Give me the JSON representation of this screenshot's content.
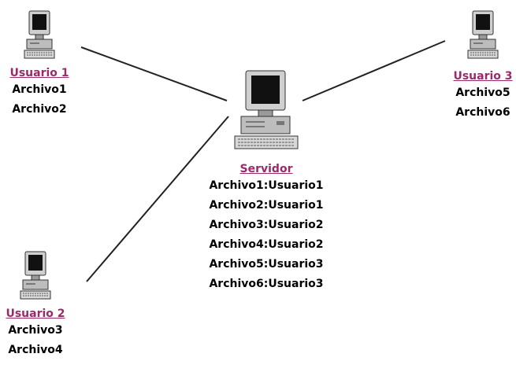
{
  "colors": {
    "title": "#9b2a68",
    "text": "#000000",
    "link": "#222222"
  },
  "icon": "desktop-computer-icon",
  "nodes": {
    "usuario1": {
      "title": "Usuario 1",
      "files": [
        "Archivo1",
        "Archivo2"
      ]
    },
    "usuario2": {
      "title": "Usuario 2",
      "files": [
        "Archivo3",
        "Archivo4"
      ]
    },
    "usuario3": {
      "title": "Usuario 3",
      "files": [
        "Archivo5",
        "Archivo6"
      ]
    },
    "servidor": {
      "title": "Servidor",
      "files": [
        "Archivo1:Usuario1",
        "Archivo2:Usuario1",
        "Archivo3:Usuario2",
        "Archivo4:Usuario2",
        "Archivo5:Usuario3",
        "Archivo6:Usuario3"
      ]
    }
  },
  "links": [
    {
      "from": "usuario1",
      "to": "servidor"
    },
    {
      "from": "usuario2",
      "to": "servidor"
    },
    {
      "from": "usuario3",
      "to": "servidor"
    }
  ]
}
